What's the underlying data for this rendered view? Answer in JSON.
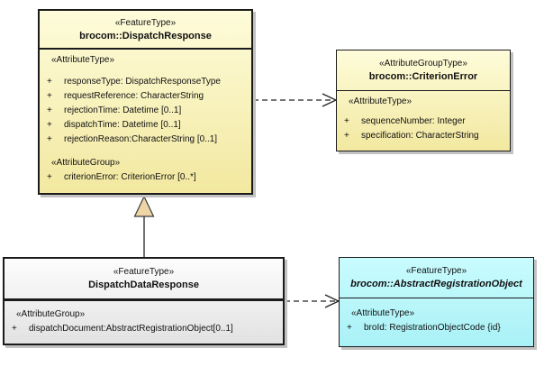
{
  "diagram": {
    "type": "uml-class-diagram"
  },
  "colors": {
    "background": "#ffffff",
    "border": "#1b1b1b",
    "shadow": "#c2c2c2",
    "yellow-top": "#fefcda",
    "yellow-bottom": "#f2e8a0",
    "gray-top": "#fdfdfd",
    "gray-bottom": "#e2e2e2",
    "cyan-top": "#c9fcfe",
    "cyan-bottom": "#a9f1f6",
    "triangle-fill": "#efd5a5"
  },
  "classes": {
    "dispatch_response": {
      "stereotype": "«FeatureType»",
      "name": "brocom::DispatchResponse",
      "sections": [
        {
          "header": "«AttributeType»",
          "attributes": [
            {
              "vis": "+",
              "text": "responseType: DispatchResponseType"
            },
            {
              "vis": "+",
              "text": "requestReference: CharacterString"
            },
            {
              "vis": "+",
              "text": "rejectionTime: Datetime [0..1]"
            },
            {
              "vis": "+",
              "text": "dispatchTime: Datetime [0..1]"
            },
            {
              "vis": "+",
              "text": "rejectionReason:CharacterString [0..1]"
            }
          ]
        },
        {
          "header": "«AttributeGroup»",
          "attributes": [
            {
              "vis": "+",
              "text": "criterionError: CriterionError [0..*]"
            }
          ]
        }
      ]
    },
    "criterion_error": {
      "stereotype": "«AttributeGroupType»",
      "name": "brocom::CriterionError",
      "sections": [
        {
          "header": "«AttributeType»",
          "attributes": [
            {
              "vis": "+",
              "text": "sequenceNumber: Integer"
            },
            {
              "vis": "+",
              "text": "specification: CharacterString"
            }
          ]
        }
      ]
    },
    "dispatch_data_response": {
      "stereotype": "«FeatureType»",
      "name": "DispatchDataResponse",
      "sections": [
        {
          "header": "«AttributeGroup»",
          "attributes": [
            {
              "vis": "+",
              "text": "dispatchDocument:AbstractRegistrationObject[0..1]"
            }
          ]
        }
      ]
    },
    "abstract_registration_object": {
      "stereotype": "«FeatureType»",
      "name": "brocom::AbstractRegistrationObject",
      "abstract": true,
      "sections": [
        {
          "header": "«AttributeType»",
          "attributes": [
            {
              "vis": "+",
              "text": "broId: RegistrationObjectCode {id}"
            }
          ]
        }
      ]
    }
  },
  "connectors": [
    {
      "type": "dependency",
      "from": "brocom::DispatchResponse",
      "to": "brocom::CriterionError",
      "line": "dashed",
      "arrowhead": "open"
    },
    {
      "type": "generalization",
      "from": "DispatchDataResponse",
      "to": "brocom::DispatchResponse",
      "line": "solid",
      "arrowhead": "hollow-triangle"
    },
    {
      "type": "dependency",
      "from": "DispatchDataResponse",
      "to": "brocom::AbstractRegistrationObject",
      "line": "dashed",
      "arrowhead": "open"
    }
  ]
}
